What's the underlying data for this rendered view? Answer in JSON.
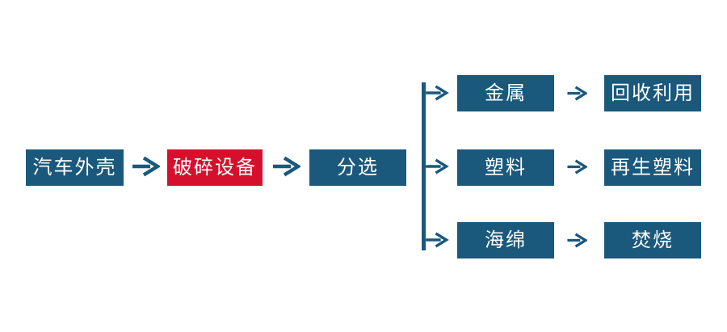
{
  "diagram": {
    "description": "Automobile shell recycling process flowchart",
    "main_flow": [
      {
        "id": "car-shell",
        "label": "汽车外壳",
        "style": "blue"
      },
      {
        "id": "crushing-equipment",
        "label": "破碎设备",
        "style": "red"
      },
      {
        "id": "sorting",
        "label": "分选",
        "style": "blue"
      }
    ],
    "branches": [
      {
        "material": "金属",
        "result": "回收利用"
      },
      {
        "material": "塑料",
        "result": "再生塑料"
      },
      {
        "material": "海绵",
        "result": "焚烧"
      }
    ],
    "icons": {
      "arrow": "right-arrow"
    },
    "colors": {
      "box_blue": "#1A587C",
      "box_red": "#D6102C",
      "connector": "#1A587C",
      "text": "#FFFFFF",
      "background": "#FFFFFF"
    }
  }
}
